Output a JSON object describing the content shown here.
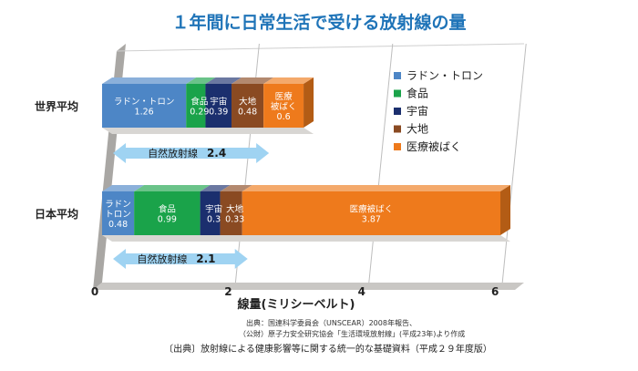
{
  "chart_data": {
    "type": "bar",
    "title": "１年間に日常生活で受ける放射線の量",
    "xlabel": "線量(ミリシーベルト)",
    "xlim": [
      0,
      6.4
    ],
    "xticks": [
      "0",
      "2",
      "4",
      "6"
    ],
    "tick_values": [
      0,
      2,
      4,
      6
    ],
    "grid": true,
    "legend_position": "right",
    "categories": [
      "世界平均",
      "日本平均"
    ],
    "series": [
      {
        "name": "ラドン・トロン",
        "color": "#4d86c6",
        "values": [
          1.26,
          0.48
        ],
        "labels": [
          [
            "ラドン・トロン",
            "1.26"
          ],
          [
            "ラドン",
            "トロン",
            "0.48"
          ]
        ]
      },
      {
        "name": "食品",
        "color": "#1aa34a",
        "values": [
          0.29,
          0.99
        ],
        "labels": [
          [
            "食品",
            "0.29"
          ],
          [
            "食品",
            "0.99"
          ]
        ]
      },
      {
        "name": "宇宙",
        "color": "#1b2f6e",
        "values": [
          0.39,
          0.3
        ],
        "labels": [
          [
            "宇宙",
            "0.39"
          ],
          [
            "宇宙",
            "0.3"
          ]
        ]
      },
      {
        "name": "大地",
        "color": "#8a4a22",
        "values": [
          0.48,
          0.33
        ],
        "labels": [
          [
            "大地",
            "0.48"
          ],
          [
            "大地",
            "0.33"
          ]
        ]
      },
      {
        "name": "医療被ばく",
        "color": "#ee7a1c",
        "values": [
          0.6,
          3.87
        ],
        "labels": [
          [
            "医療",
            "被ばく",
            "0.6"
          ],
          [
            "医療被ばく",
            "3.87"
          ]
        ]
      }
    ],
    "natural_radiation": [
      {
        "label": "自然放射線",
        "value": "2.4"
      },
      {
        "label": "自然放射線",
        "value": "2.1"
      }
    ],
    "source_lines": [
      "出典：国連科学委員会（UNSCEAR）2008年報告、",
      "（公財）原子力安全研究協会「生活環境放射線」(平成23年)より作成"
    ],
    "footer": "〔出典〕放射線による健康影響等に関する統一的な基礎資料（平成２９年度版）"
  }
}
